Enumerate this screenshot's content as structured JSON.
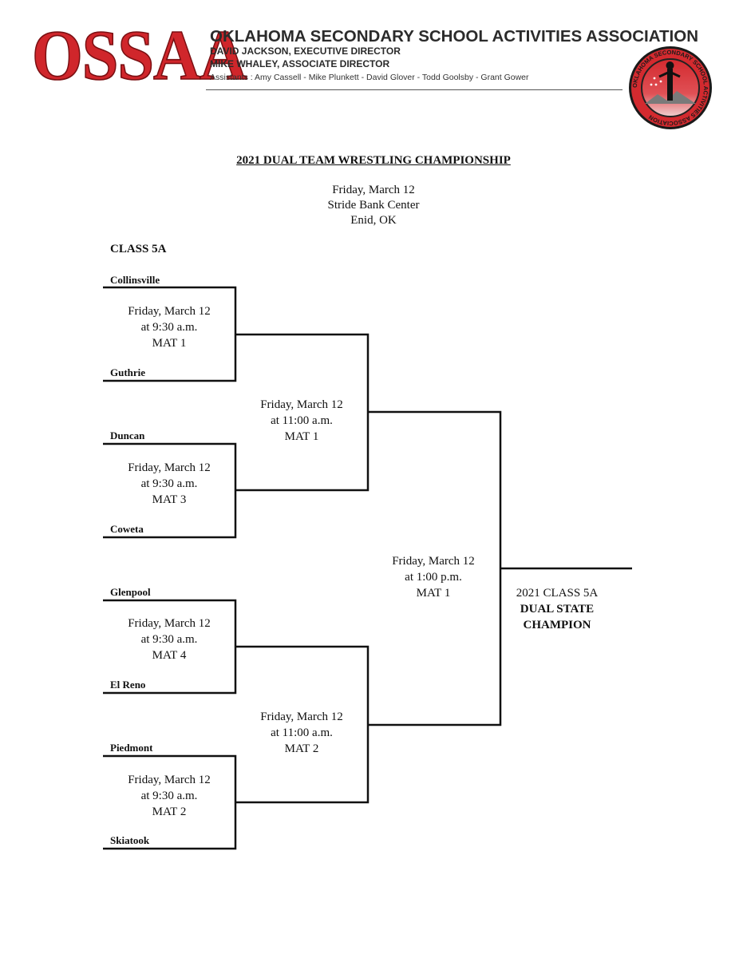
{
  "header": {
    "logo_text": "OSSAA",
    "org_name": "OKLAHOMA SECONDARY SCHOOL ACTIVITIES ASSOCIATION",
    "executive_director": "DAVID JACKSON, EXECUTIVE DIRECTOR",
    "associate_director": "MIKE WHALEY, ASSOCIATE DIRECTOR",
    "assistants": "Assistants : Amy Cassell - Mike Plunkett - David Glover - Todd Goolsby - Grant Gower",
    "seal_text": "OKLAHOMA SECONDARY SCHOOL ACTIVITIES ASSOCIATION",
    "colors": {
      "logo_red": "#d0262b",
      "dark_text": "#2b2b2b"
    }
  },
  "event": {
    "title": "2021 DUAL TEAM WRESTLING CHAMPIONSHIP",
    "date": "Friday, March 12",
    "venue": "Stride Bank Center",
    "city": "Enid, OK"
  },
  "class_label": "CLASS 5A",
  "teams": [
    "Collinsville",
    "Guthrie",
    "Duncan",
    "Coweta",
    "Glenpool",
    "El Reno",
    "Piedmont",
    "Skiatook"
  ],
  "round1": [
    {
      "day": "Friday, March 12",
      "time": "at 9:30 a.m.",
      "mat": "MAT 1"
    },
    {
      "day": "Friday, March 12",
      "time": "at 9:30 a.m.",
      "mat": "MAT 3"
    },
    {
      "day": "Friday, March 12",
      "time": "at 9:30 a.m.",
      "mat": "MAT 4"
    },
    {
      "day": "Friday, March 12",
      "time": "at 9:30 a.m.",
      "mat": "MAT 2"
    }
  ],
  "semifinals": [
    {
      "day": "Friday, March 12",
      "time": "at 11:00 a.m.",
      "mat": "MAT 1"
    },
    {
      "day": "Friday, March 12",
      "time": "at 11:00 a.m.",
      "mat": "MAT 2"
    }
  ],
  "final": {
    "day": "Friday, March 12",
    "time": "at 1:00 p.m.",
    "mat": "MAT 1"
  },
  "champion": {
    "line1": "2021 CLASS 5A",
    "line2": "DUAL STATE",
    "line3": "CHAMPION"
  }
}
